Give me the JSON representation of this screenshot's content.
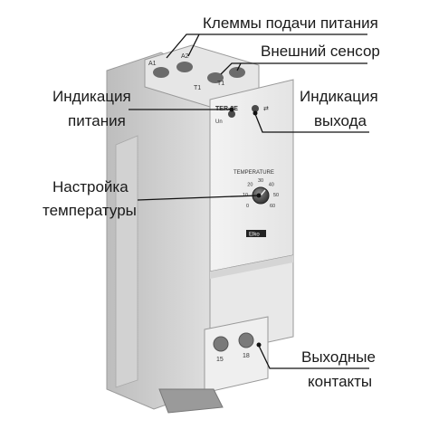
{
  "labels": {
    "power_terminals": "Клеммы подачи питания",
    "external_sensor": "Внешний сенсор",
    "power_indication_1": "Индикация",
    "power_indication_2": "питания",
    "output_indication_1": "Индикация",
    "output_indication_2": "выхода",
    "temp_setting_1": "Настройка",
    "temp_setting_2": "температуры",
    "output_contacts_1": "Выходные",
    "output_contacts_2": "контакты"
  },
  "device": {
    "model": "TER-3E",
    "un_label": "Un",
    "terminals_top": [
      "A1",
      "A2",
      "T1",
      "T1"
    ],
    "terminals_bottom": [
      "15",
      "18"
    ],
    "dial_title": "TEMPERATURE",
    "dial_ticks": [
      "0",
      "10",
      "20",
      "30",
      "40",
      "50",
      "60"
    ],
    "brand": "Elko",
    "colors": {
      "body": "#ececec",
      "face": "#f7f7f7",
      "shadow": "#c9c9c9",
      "dial": "#3a3a3a"
    }
  }
}
